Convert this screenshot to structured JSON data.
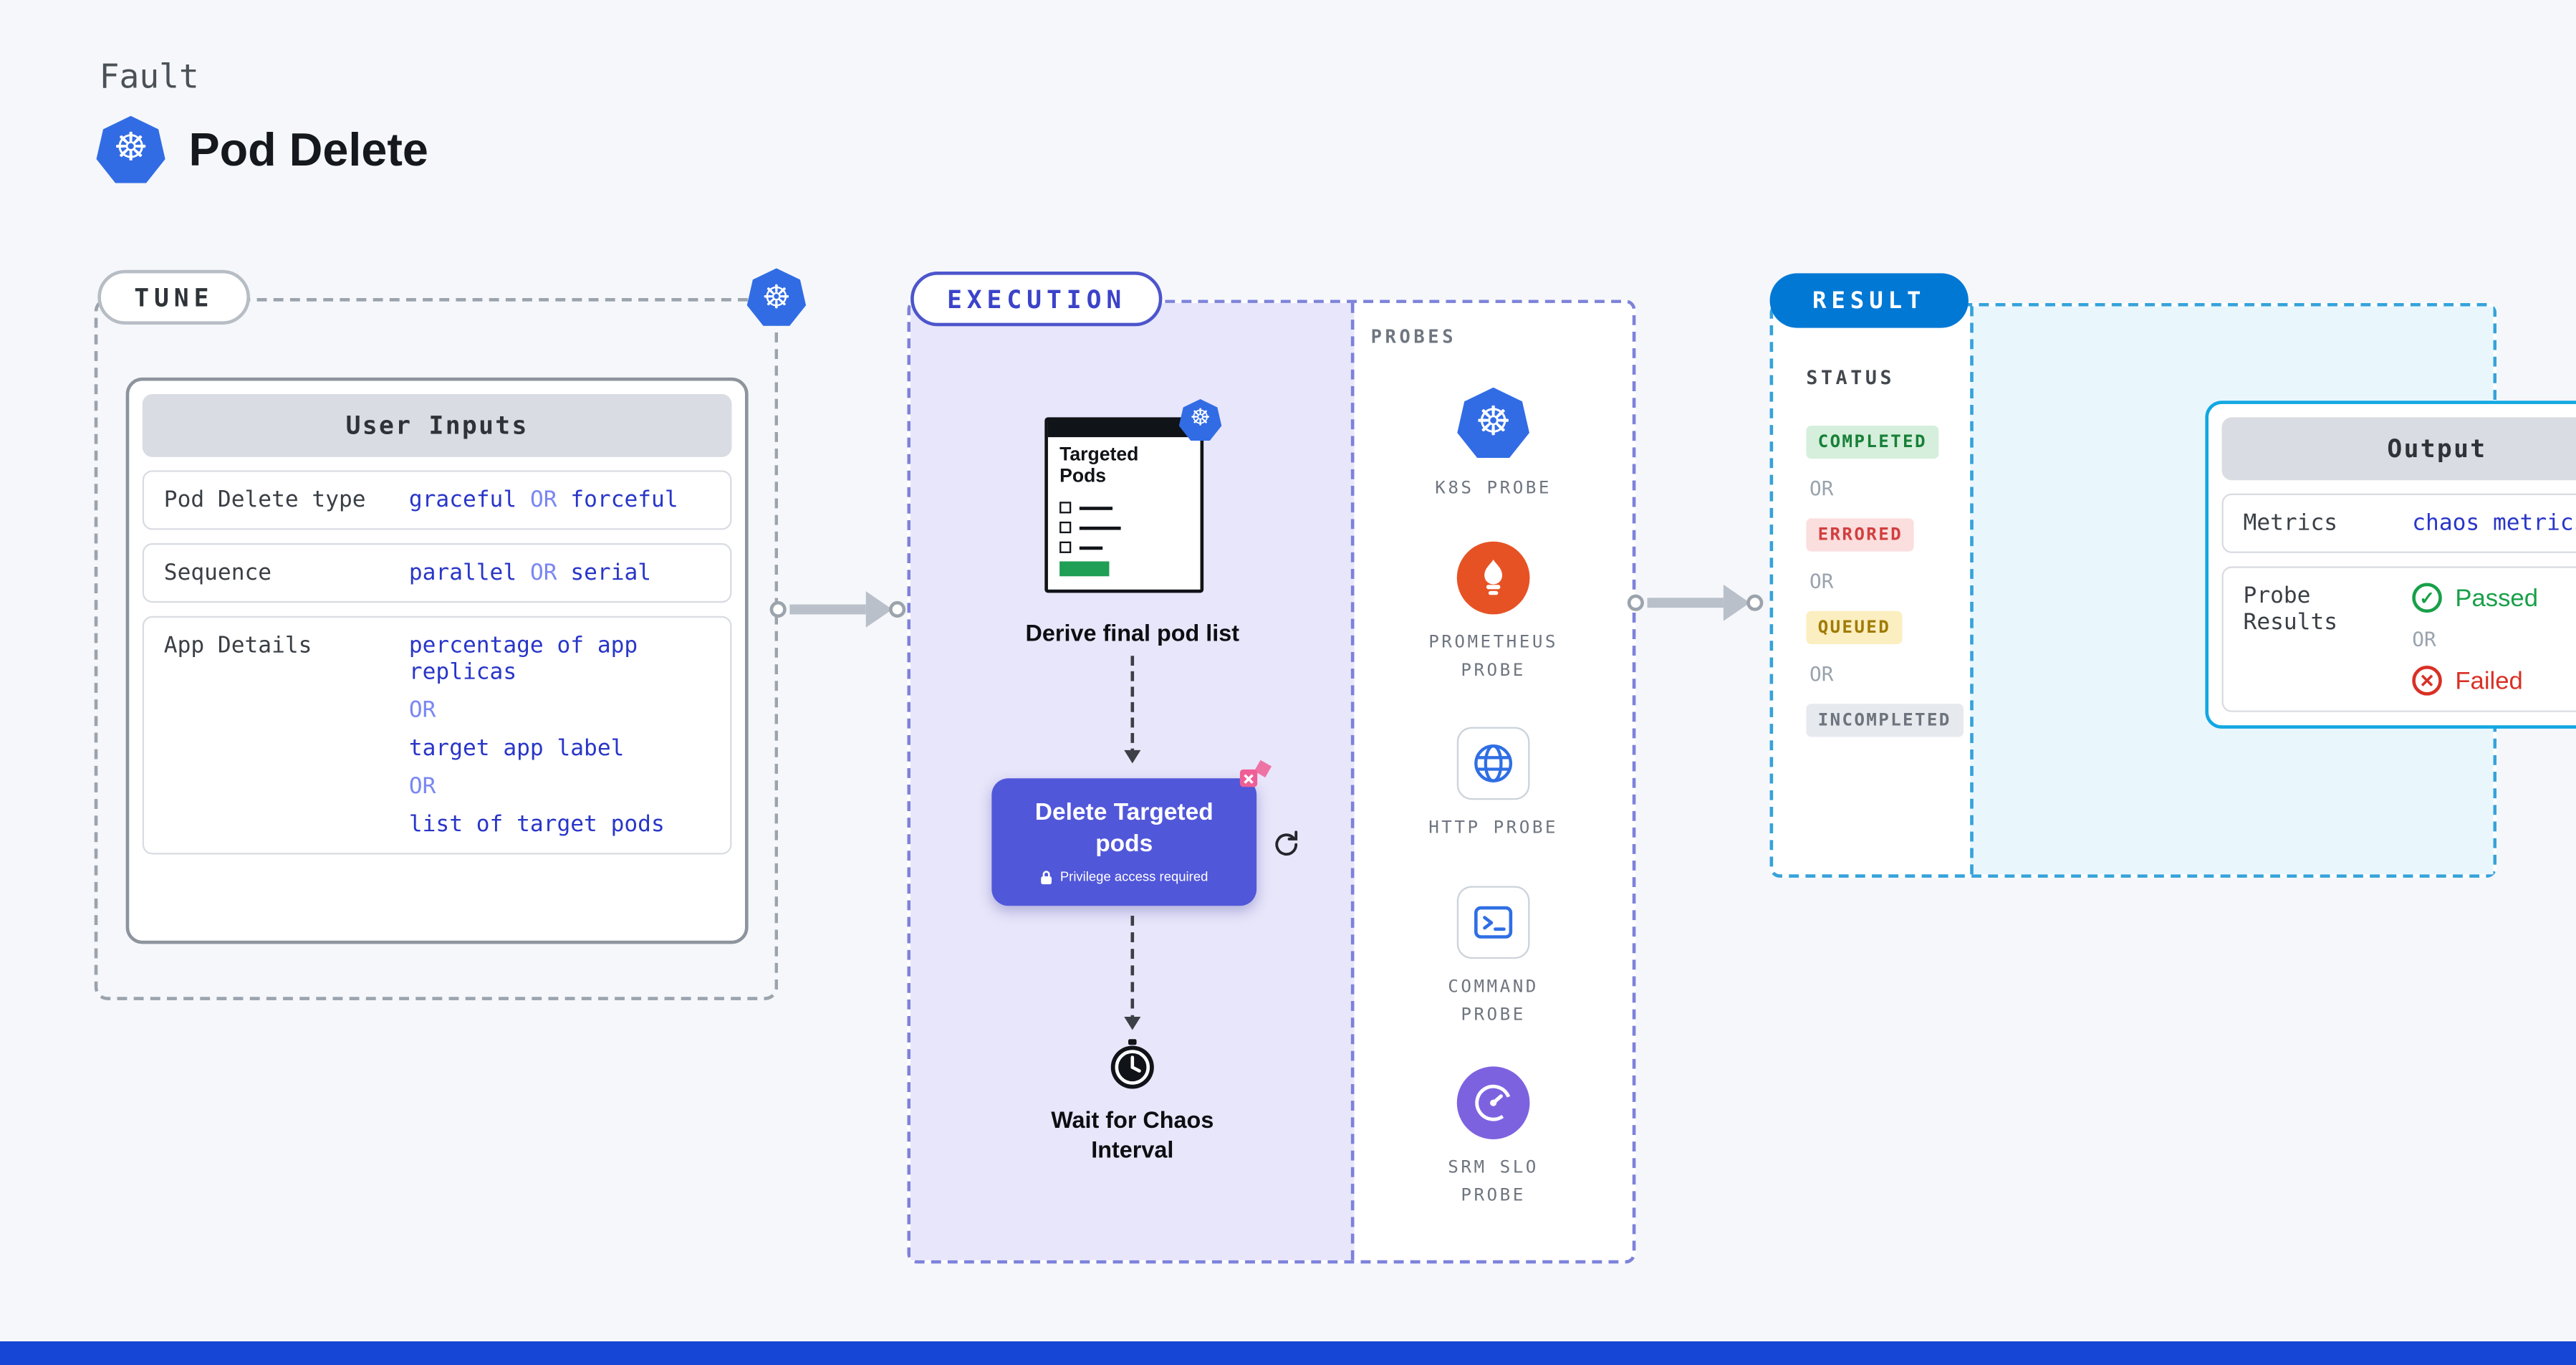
{
  "header": {
    "kicker": "Fault",
    "title": "Pod Delete"
  },
  "tune": {
    "label": "TUNE",
    "card_title": "User Inputs",
    "rows": {
      "pod_delete_type": {
        "label": "Pod Delete type",
        "v1": "graceful",
        "or": "OR",
        "v2": "forceful"
      },
      "sequence": {
        "label": "Sequence",
        "v1": "parallel",
        "or": "OR",
        "v2": "serial"
      },
      "app_details": {
        "label": "App Details",
        "v1": "percentage of app replicas",
        "or1": "OR",
        "v2": "target app label",
        "or2": "OR",
        "v3": "list of target pods"
      }
    }
  },
  "execution": {
    "label": "EXECUTION",
    "targeted_pods_title": "Targeted Pods",
    "derive_caption": "Derive final pod list",
    "delete_button_label": "Delete Targeted pods",
    "privilege_note": "Privilege access required",
    "wait_caption": "Wait for Chaos Interval",
    "probes_label": "PROBES",
    "probes": [
      {
        "icon": "kubernetes-icon",
        "label": "K8S PROBE"
      },
      {
        "icon": "prometheus-icon",
        "label": "PROMETHEUS PROBE"
      },
      {
        "icon": "http-globe-icon",
        "label": "HTTP PROBE"
      },
      {
        "icon": "command-terminal-icon",
        "label": "COMMAND PROBE"
      },
      {
        "icon": "srm-slo-gauge-icon",
        "label": "SRM SLO PROBE"
      }
    ]
  },
  "result": {
    "label": "RESULT",
    "status_label": "STATUS",
    "statuses": [
      {
        "text": "COMPLETED",
        "kind": "completed"
      },
      {
        "text": "OR",
        "kind": "or"
      },
      {
        "text": "ERRORED",
        "kind": "errored"
      },
      {
        "text": "OR",
        "kind": "or"
      },
      {
        "text": "QUEUED",
        "kind": "queued"
      },
      {
        "text": "OR",
        "kind": "or"
      },
      {
        "text": "INCOMPLETED",
        "kind": "incompleted"
      }
    ],
    "output": {
      "title": "Output",
      "metrics_label": "Metrics",
      "metrics_value": "chaos metrics",
      "probe_results_label": "Probe Results",
      "passed": "Passed",
      "or": "OR",
      "failed": "Failed"
    }
  },
  "colors": {
    "kubernetes_blue": "#326ce5",
    "execution_indigo": "#4d55cc",
    "result_blue": "#0278d5",
    "output_border_cyan": "#12a7e2",
    "success_green": "#188038",
    "error_red": "#d93025",
    "queued_amber": "#a07a00",
    "delete_button_purple": "#5157d9",
    "prometheus_orange": "#e75225",
    "footer_blue": "#1646d6"
  }
}
